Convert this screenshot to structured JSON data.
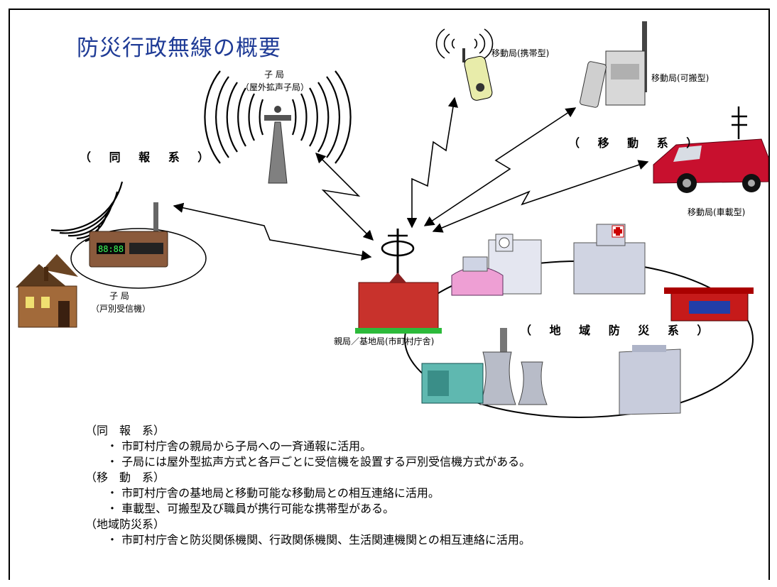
{
  "title": "防災行政無線の概要",
  "labels": {
    "outdoor_station": "子 局",
    "outdoor_station_sub": "（屋外拡声子局）",
    "indoor_station": "子 局",
    "indoor_station_sub": "（戸別受信機）",
    "portable": "移動局(携帯型)",
    "transportable": "移動局(可搬型)",
    "vehicle": "移動局(車載型)",
    "base": "親局／基地局(市町村庁舎)",
    "clock_digits": "88:88"
  },
  "sections": {
    "doho": "（ 同 報 系 ）",
    "ido": "（ 移 動 系 ）",
    "chiiki": "（ 地 域 防 災 系 ）"
  },
  "notes": [
    {
      "heading": "（同　報　系）",
      "bullets": [
        "・ 市町村庁舎の親局から子局への一斉通報に活用。",
        "・ 子局には屋外型拡声方式と各戸ごとに受信機を設置する戸別受信機方式がある。"
      ]
    },
    {
      "heading": "（移　動　系）",
      "bullets": [
        "・ 市町村庁舎の基地局と移動可能な移動局との相互連絡に活用。",
        "・ 車載型、可搬型及び職員が携行可能な携帯型がある。"
      ]
    },
    {
      "heading": "（地域防災系）",
      "bullets": [
        "・ 市町村庁舎と防災関係機関、行政関係機関、生活関連機関との相互連絡に活用。"
      ]
    }
  ],
  "colors": {
    "title": "#1f3b96",
    "building_red": "#c8322c",
    "van_red": "#c8102e",
    "window_blue": "#2a7fd4"
  }
}
